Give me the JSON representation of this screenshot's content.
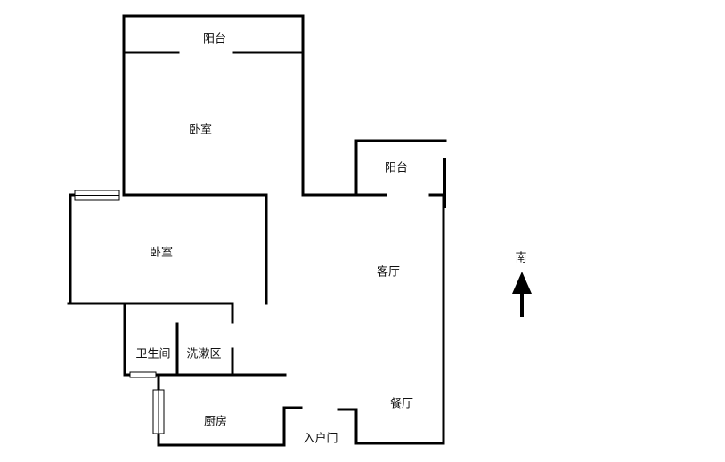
{
  "rooms": {
    "balcony_top": "阳台",
    "bedroom_top": "卧室",
    "bedroom_left": "卧室",
    "balcony_right": "阳台",
    "living_room": "客厅",
    "bathroom": "卫生间",
    "wash_area": "洗漱区",
    "kitchen": "厨房",
    "dining_room": "餐厅",
    "entrance": "入户门"
  },
  "compass": {
    "label": "南",
    "icon": "arrow-up-icon"
  },
  "colors": {
    "wall": "#000000",
    "window": "#ffffff"
  }
}
